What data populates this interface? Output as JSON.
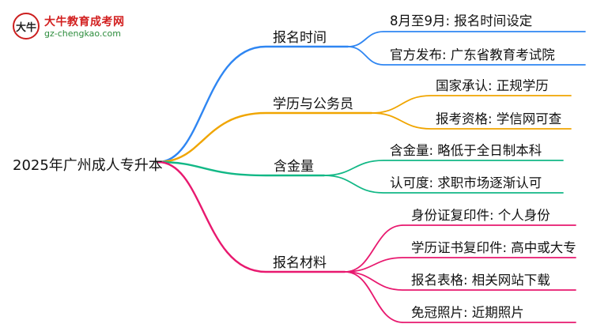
{
  "logo": {
    "badge_text": "大牛",
    "name": "大牛教育成考网",
    "url": "gz-chengkao.com"
  },
  "root": "2025年广州成人专升本",
  "branches": [
    {
      "label": "报名时间",
      "color": "#2f86f2",
      "leaves": [
        "8月至9月: 报名时间设定",
        "官方发布: 广东省教育考试院"
      ]
    },
    {
      "label": "学历与公务员",
      "color": "#f0a500",
      "leaves": [
        "国家承认: 正规学历",
        "报考资格: 学信网可查"
      ]
    },
    {
      "label": "含金量",
      "color": "#12b886",
      "leaves": [
        "含金量: 略低于全日制本科",
        "认可度: 求职市场逐渐认可"
      ]
    },
    {
      "label": "报名材料",
      "color": "#e8196f",
      "leaves": [
        "身份证复印件: 个人身份",
        "学历证书复印件: 高中或大专",
        "报名表格: 相关网站下载",
        "免冠照片: 近期照片"
      ]
    }
  ]
}
